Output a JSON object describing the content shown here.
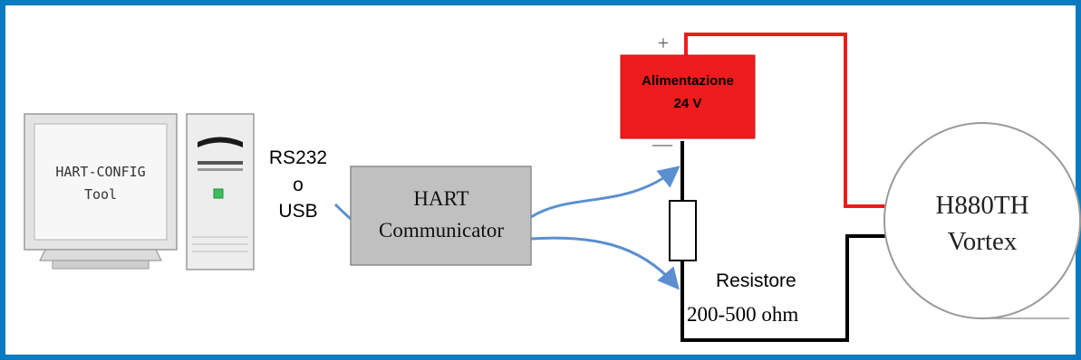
{
  "computer": {
    "screen_line1": "HART-CONFIG",
    "screen_line2": "Tool"
  },
  "connection": {
    "line1": "RS232",
    "line2": "o",
    "line3": "USB"
  },
  "communicator": {
    "line1": "HART",
    "line2": "Communicator"
  },
  "power_supply": {
    "line1": "Alimentazione",
    "line2": "24 V",
    "plus": "+",
    "minus": "—"
  },
  "resistor": {
    "label": "Resistore",
    "value": "200-500 ohm"
  },
  "device": {
    "line1": "H880TH",
    "line2": "Vortex"
  },
  "colors": {
    "frame": "#0a7bc0",
    "power_supply": "#ee1c1c",
    "positive_wire": "#ee1c1c",
    "negative_wire": "#000000",
    "signal_arrows": "#5b8fd0",
    "communicator_box": "#c0c0c0"
  }
}
